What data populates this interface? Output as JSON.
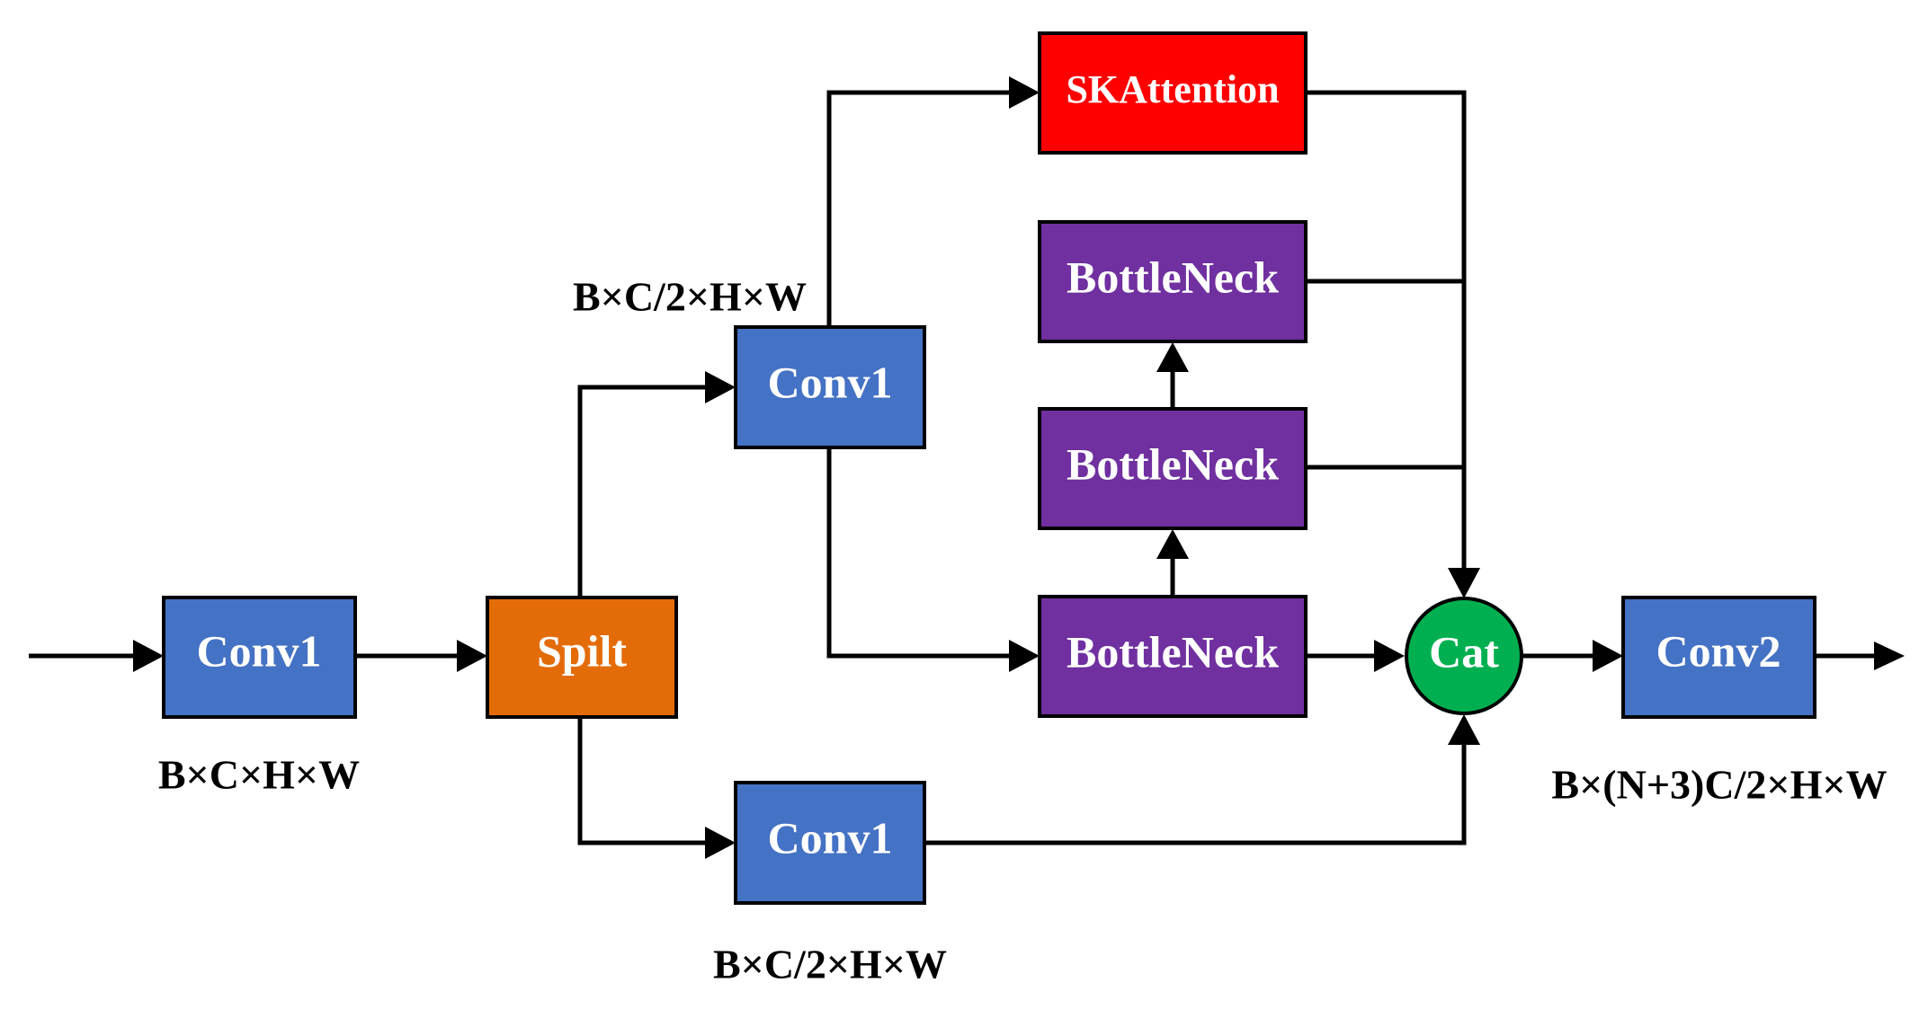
{
  "colors": {
    "conv": "#4472C4",
    "split": "#E36C09",
    "attention": "#FF0000",
    "bottleneck": "#7030A0",
    "cat": "#00B050"
  },
  "blocks": {
    "conv1_input": "Conv1",
    "split": "Spilt",
    "conv1_top": "Conv1",
    "conv1_bottom": "Conv1",
    "skattention": "SKAttention",
    "bottleneck_1": "BottleNeck",
    "bottleneck_2": "BottleNeck",
    "bottleneck_3": "BottleNeck",
    "cat": "Cat",
    "conv2": "Conv2"
  },
  "dims": {
    "input": "B×C×H×W",
    "top_branch": "B×C/2×H×W",
    "bottom_branch": "B×C/2×H×W",
    "output": "B×(N+3)C/2×H×W"
  }
}
